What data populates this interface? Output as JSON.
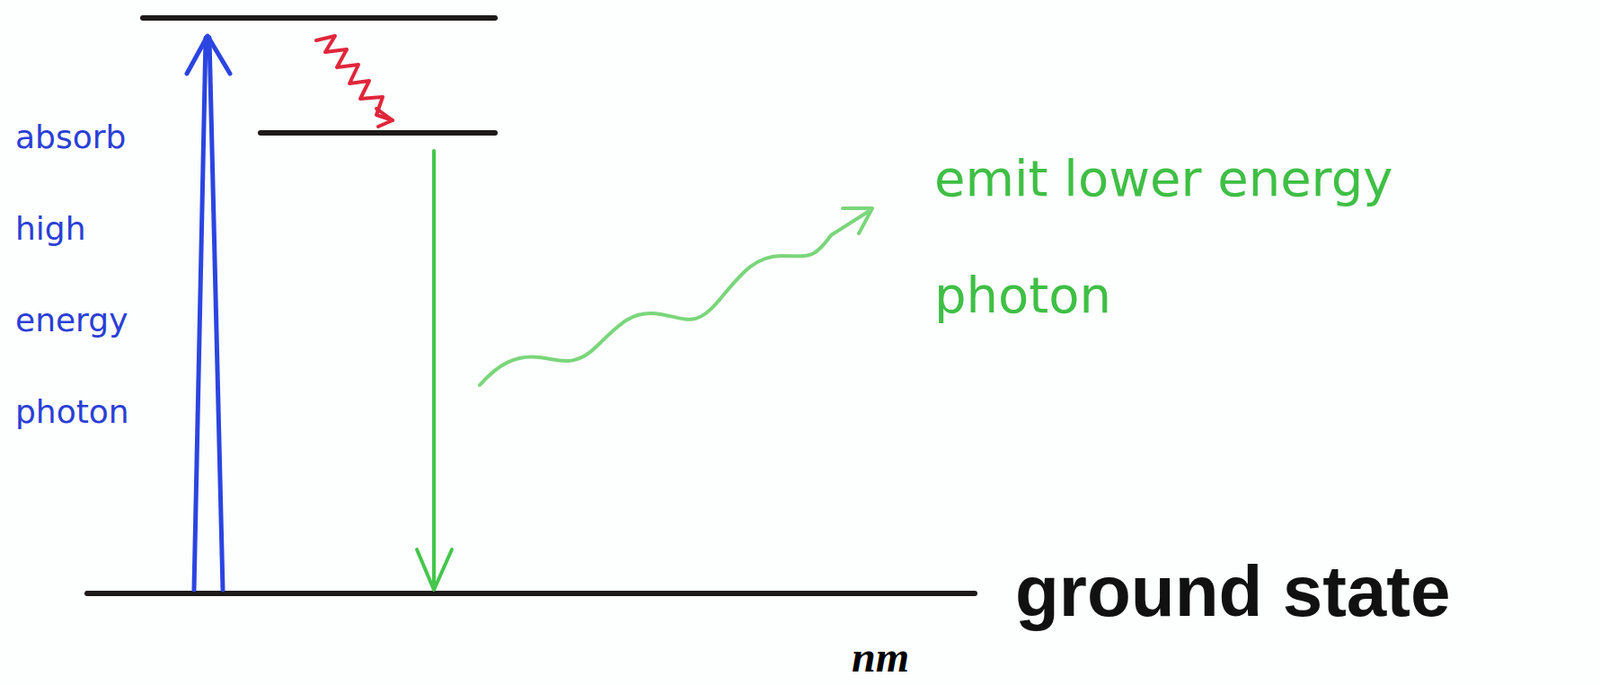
{
  "diagram": {
    "labels": [
      "absorb high energy photon",
      "emit lower energy photon",
      "ground state",
      "nm"
    ]
  }
}
